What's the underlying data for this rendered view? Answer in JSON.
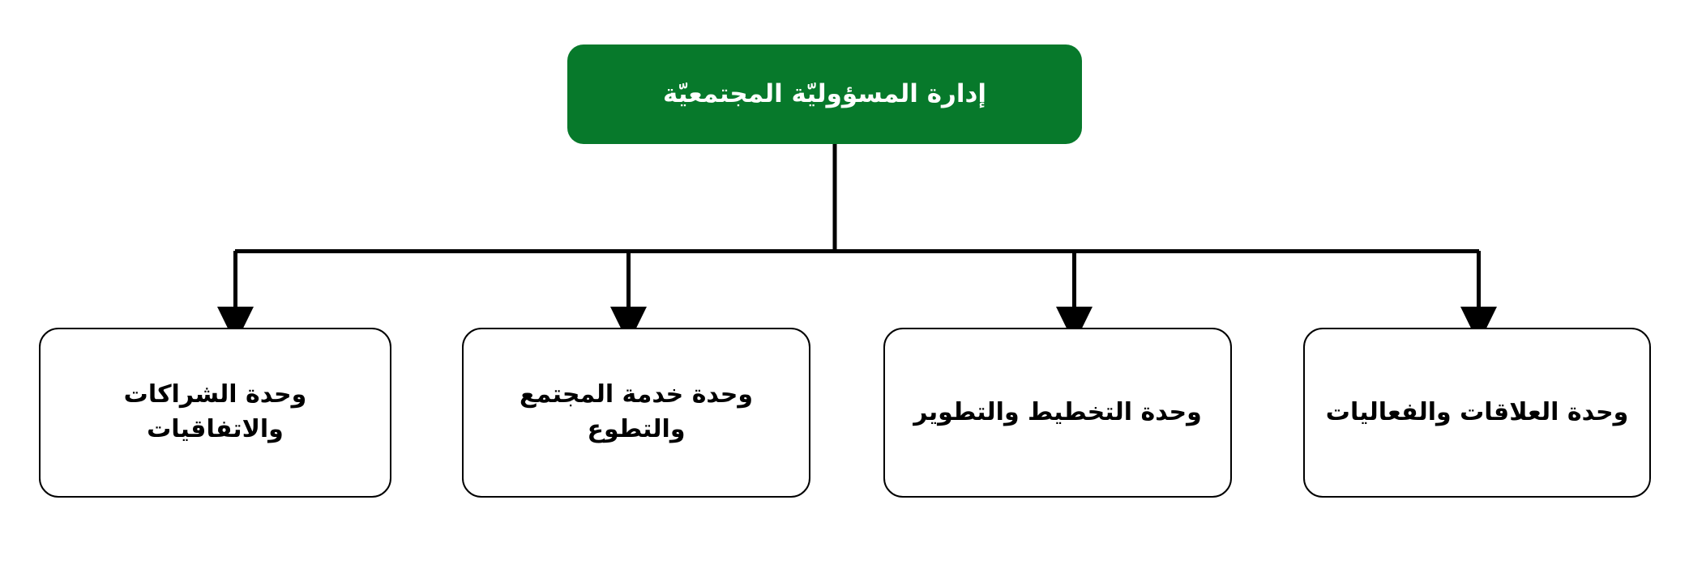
{
  "diagram": {
    "type": "organizational-chart",
    "orientation": "top-down",
    "language": "ar",
    "direction": "rtl",
    "background_color": "#ffffff",
    "root": {
      "label": "إدارة المسؤوليّة المجتمعيّة",
      "fill_color": "#07792b",
      "text_color": "#ffffff",
      "shape": "rounded-rectangle"
    },
    "children": [
      {
        "label": "وحدة الشراكات والاتفاقيات",
        "fill_color": "#ffffff",
        "border_color": "#000000",
        "text_color": "#000000",
        "shape": "rounded-rectangle"
      },
      {
        "label": "وحدة خدمة المجتمع\nوالتطوع",
        "fill_color": "#ffffff",
        "border_color": "#000000",
        "text_color": "#000000",
        "shape": "rounded-rectangle"
      },
      {
        "label": "وحدة التخطيط والتطوير",
        "fill_color": "#ffffff",
        "border_color": "#000000",
        "text_color": "#000000",
        "shape": "rounded-rectangle"
      },
      {
        "label": "وحدة العلاقات والفعاليات",
        "fill_color": "#ffffff",
        "border_color": "#000000",
        "text_color": "#000000",
        "shape": "rounded-rectangle"
      }
    ],
    "connectors": {
      "line_color": "#000000",
      "arrow_style": "solid-triangle",
      "style": "orthogonal-bus"
    }
  }
}
